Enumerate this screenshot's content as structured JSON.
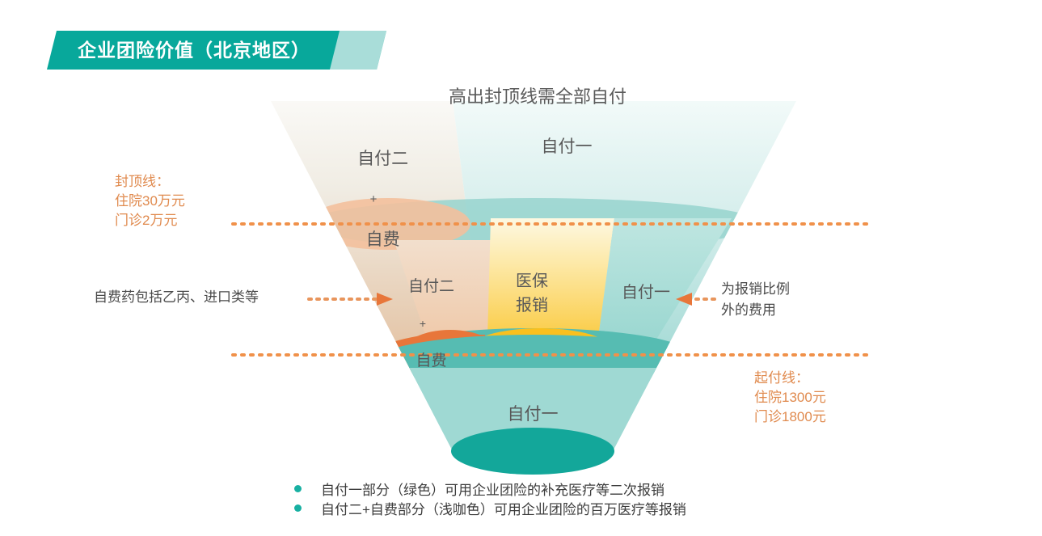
{
  "header": {
    "title": "企业团险价值（北京地区）",
    "band_color_dark": "#08a89b",
    "band_color_light": "#a9ddd9"
  },
  "funnel": {
    "top_note": "高出封顶线需全部自付",
    "upper_left": {
      "line1": "自付二",
      "plus": "+",
      "line2": "自费"
    },
    "upper_right": "自付一",
    "mid_left": {
      "line1": "自付二",
      "plus": "+",
      "line2": "自费"
    },
    "mid_center": "医保\n报销",
    "mid_right": "自付一",
    "bottom": "自付一",
    "colors": {
      "beige_top": "#f6f4ef",
      "beige_bottom": "#e8c7a6",
      "teal_pale_top": "#eef7f7",
      "teal_pale_bottom": "#a6dbd6",
      "gold_top": "#fdf6dc",
      "gold_bottom": "#f9c121",
      "orange_ellipse": "#e8763a",
      "teal_mid": "#57bcb2",
      "teal_base": "#13a79a",
      "teal_body": "#9fd9d3"
    }
  },
  "annotations": {
    "cap_line": "封顶线：\n住院30万元\n门诊2万元",
    "deductible_line": "起付线：\n住院1300元\n门诊1800元",
    "self_pay_drugs": "自费药包括乙丙、进口类等",
    "outside_ratio": "为报销比例\n外的费用",
    "dotted_line_color": "#f0914a",
    "arrow_color": "#e8763a"
  },
  "legend": {
    "bullet_color": "#18b0a2",
    "items": [
      "自付一部分（绿色）可用企业团险的补充医疗等二次报销",
      "自付二+自费部分（浅咖色）可用企业团险的百万医疗等报销"
    ]
  }
}
